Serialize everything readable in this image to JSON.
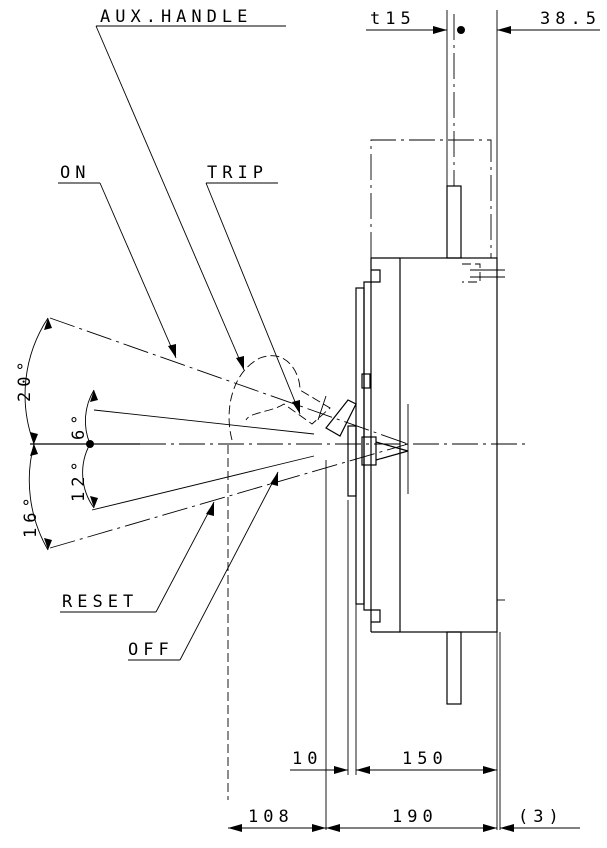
{
  "labels": {
    "aux_handle": "AUX.HANDLE",
    "on": "ON",
    "trip": "TRIP",
    "reset": "RESET",
    "off": "OFF"
  },
  "angles": {
    "upper": "20°",
    "mid_left": "12°",
    "mid_right": "6°",
    "lower": "16°"
  },
  "dimensions": {
    "top_left": "t15",
    "top_right": "38.5",
    "d10": "10",
    "d150": "150",
    "d108": "108",
    "d190": "190",
    "d3": "(3)"
  }
}
